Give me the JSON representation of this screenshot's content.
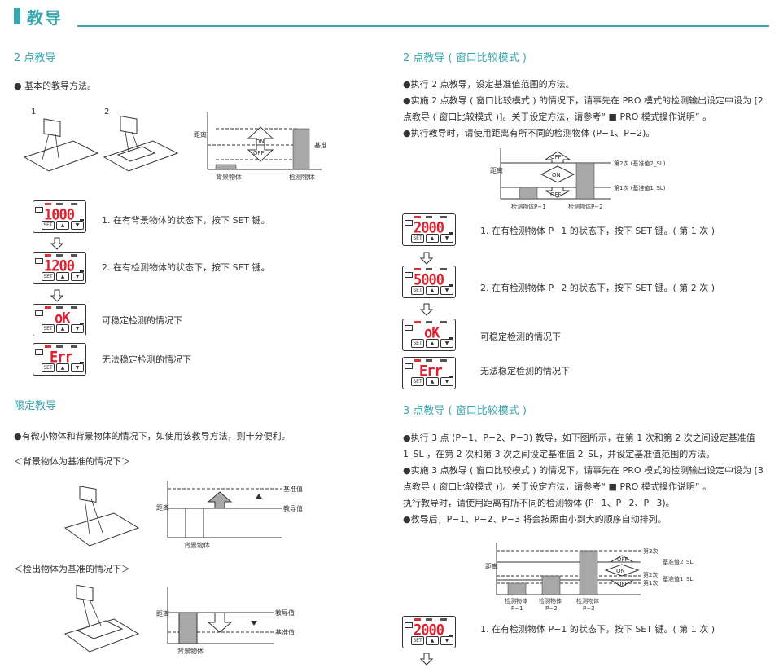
{
  "header": {
    "title": "教导"
  },
  "left": {
    "sec1_title": "2 点教导",
    "sec1_bullet": "● 基本的教导方法。",
    "fig1": {
      "n1": "1",
      "n2": "2",
      "dist": "距离",
      "on": "ON",
      "off": "OFF",
      "ref": "基准值",
      "bg": "背景物体",
      "obj": "检测物体"
    },
    "steps": [
      {
        "display": "1000",
        "text": "1. 在有背景物体的状态下，按下 SET 键。"
      },
      {
        "display": "1200",
        "text": "2. 在有检测物体的状态下，按下 SET 键。"
      },
      {
        "display": "oK",
        "text": "可稳定检测的情况下"
      },
      {
        "display": "Err",
        "text": "无法稳定检测的情况下"
      }
    ],
    "sec2_title": "限定教导",
    "sec2_bullet": "●有微小物体和背景物体的情况下，如使用该教导方法，则十分便利。",
    "case1": "＜背景物体为基准的情况下＞",
    "case2": "＜检出物体为基准的情况下＞",
    "fig2": {
      "dist": "距离",
      "ref": "基准值",
      "teach": "教导值",
      "bg": "背景物体"
    },
    "fig3": {
      "dist": "距离",
      "ref": "基准值",
      "teach": "教导值",
      "bg": "背景物体"
    }
  },
  "right": {
    "sec1_title": "2 点教导 ( 窗口比较模式 )",
    "sec1_lines": [
      "●执行 2 点教导，设定基准值范围的方法。",
      "●实施 2 点教导 ( 窗口比较模式 ) 的情况下，请事先在 PRO 模式的检测输出设定中设为 [2",
      "点教导 ( 窗口比较模式 )]。关于设定方法，请参考“ ■ PRO 模式操作说明” 。",
      "●执行教导时，请使用距离有所不同的检测物体 (P−1、P−2)。"
    ],
    "fig1": {
      "dist": "距离",
      "off": "OFF",
      "on": "ON",
      "ref2": "第2次 (基准值2_SL)",
      "ref1": "第1次 (基准值1_SL)",
      "p1": "检测物体P−1",
      "p2": "检测物体P−2"
    },
    "steps": [
      {
        "display": "2000",
        "text": "1. 在有检测物体 P−1 的状态下，按下 SET 键。( 第 1 次 )"
      },
      {
        "display": "5000",
        "text": "2. 在有检测物体 P−2 的状态下，按下 SET 键。( 第 2 次 )"
      },
      {
        "display": "oK",
        "text": "可稳定检测的情况下"
      },
      {
        "display": "Err",
        "text": "无法稳定检测的情况下"
      }
    ],
    "sec2_title": "3 点教导 ( 窗口比较模式 )",
    "sec2_lines": [
      "●执行 3 点 (P−1、P−2、P−3) 教导，如下图所示，在第 1 次和第 2 次之间设定基准值",
      "1_SL ，在第 2 次和第 3 次之间设定基准值 2_SL，并设定基准值范围的方法。",
      "●实施 3 点教导 ( 窗口比较模式 ) 的情况下，请事先在 PRO 模式的检测输出设定中设为 [3",
      "点教导 ( 窗口比较模式 )]。关于设定方法，请参考“ ■ PRO 模式操作说明” 。",
      "执行教导时，请使用距离有所不同的检测物体 (P−1、P−2、P−3)。",
      "●教导后，P−1、P−2、P−3 将会按照由小到大的顺序自动排列。"
    ],
    "fig2": {
      "dist": "距离",
      "third": "第3次",
      "second": "第2次",
      "first": "第1次",
      "ref2": "基准值2_SL",
      "ref1": "基准值1_SL",
      "off": "OFF",
      "on": "ON",
      "p1a": "检测物体",
      "p1b": "P−1",
      "p2a": "检测物体",
      "p2b": "P−2",
      "p3a": "检测物体",
      "p3b": "P−3"
    },
    "step3": {
      "display": "2000",
      "text": "1. 在有检测物体 P−1 的状态下，按下 SET 键。( 第 1 次 )"
    }
  },
  "colors": {
    "accent": "#3aa7b0",
    "display_red": "#e0202e",
    "bar_gray": "#a8a8a8"
  }
}
